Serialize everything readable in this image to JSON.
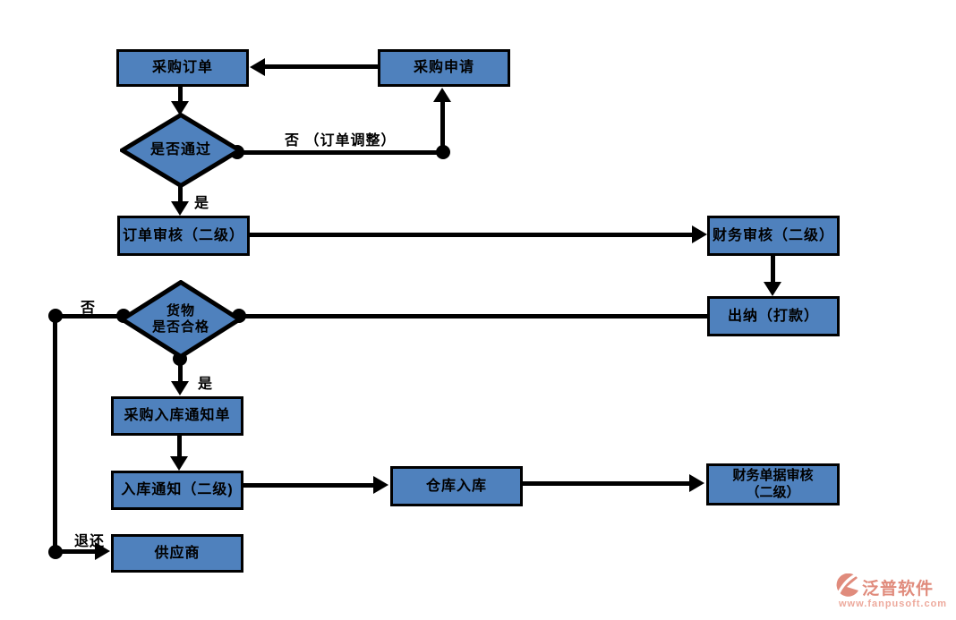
{
  "colors": {
    "node_fill": "#4f81bd",
    "node_border": "#000000",
    "connector": "#000000",
    "text": "#000000",
    "watermark": "#e08b7c"
  },
  "nodes": {
    "purchase_order": {
      "label": "采购订单"
    },
    "purchase_request": {
      "label": "采购申请"
    },
    "approval_decision": {
      "label": "是否通过"
    },
    "order_review": {
      "label": "订单审核（二级）"
    },
    "finance_review": {
      "label": "财务审核（二级）"
    },
    "cashier_payment": {
      "label": "出纳（打款）"
    },
    "goods_decision": {
      "line1": "货物",
      "line2": "是否合格"
    },
    "purchase_inbound_notice": {
      "label": "采购入库通知单"
    },
    "inbound_notice": {
      "label": "入库通知（二级)"
    },
    "warehouse_inbound": {
      "label": "仓库入库"
    },
    "finance_doc_review": {
      "line1": "财务单据审核",
      "line2": "（二级）"
    },
    "supplier": {
      "label": "供应商"
    }
  },
  "edge_labels": {
    "order_adjust_no": "否 （订单调整）",
    "approval_yes": "是",
    "goods_no": "否",
    "goods_yes": "是",
    "return_goods": "退还"
  },
  "watermark": {
    "brand": "泛普软件",
    "url": "www.fanpusoft.com"
  }
}
